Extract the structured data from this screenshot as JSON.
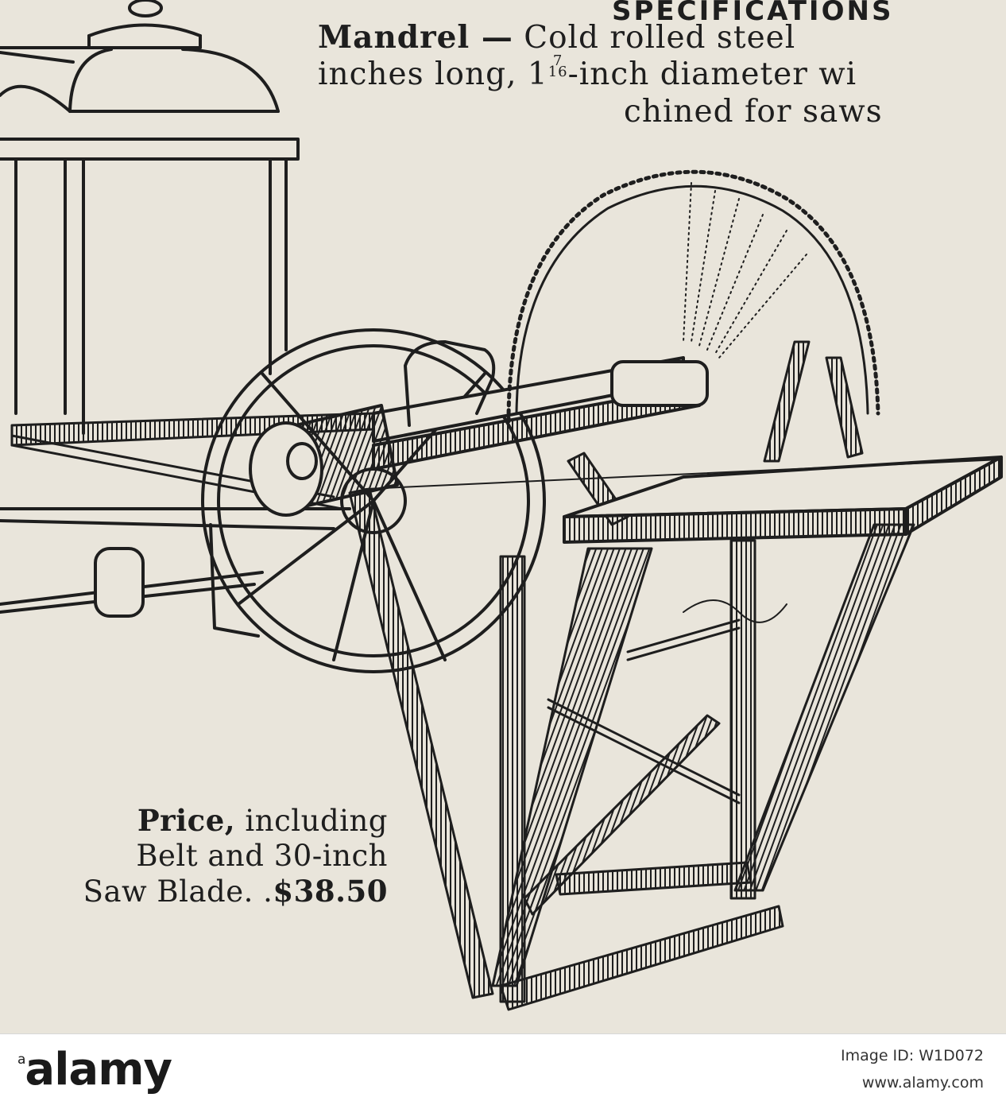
{
  "specifications": {
    "heading": "SPECIFICATIONS",
    "line1_label": "Mandrel —",
    "line1_text": "Cold rolled steel",
    "line2_prefix": "inches long, 1",
    "line2_frac_num": "7",
    "line2_frac_den": "16",
    "line2_suffix": "-inch diameter wi",
    "line3_text": "chined for saws"
  },
  "price": {
    "label": "Price,",
    "line1_rest": "including",
    "line2": "Belt and 30-inch",
    "line3_text": "Saw Blade. .",
    "amount": "$38.50"
  },
  "footer": {
    "logo_text": "alamy",
    "logo_tag": "a",
    "image_id": "Image ID: W1D072",
    "url": "www.alamy.com"
  }
}
